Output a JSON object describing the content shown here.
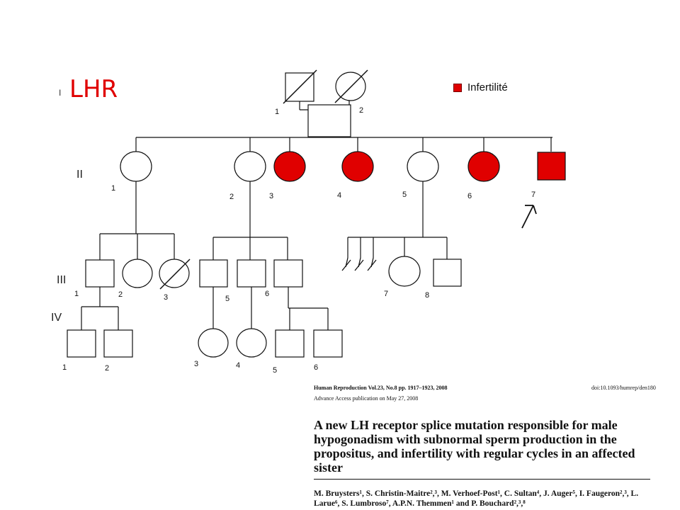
{
  "title": "LHR",
  "generation_marker": "I",
  "legend": {
    "label": "Infertilité",
    "color": "#e00000"
  },
  "generations": [
    "II",
    "III",
    "IV"
  ],
  "pedigree": {
    "gen1": [
      {
        "id": "I-1",
        "number": "1",
        "sex": "male",
        "deceased": true
      },
      {
        "id": "I-2",
        "number": "2",
        "sex": "female",
        "deceased": true
      }
    ],
    "gen2": [
      {
        "id": "II-1",
        "number": "1",
        "sex": "female",
        "affected": false
      },
      {
        "id": "II-2",
        "number": "2",
        "sex": "female",
        "affected": false
      },
      {
        "id": "II-3",
        "number": "3",
        "sex": "female",
        "affected": true
      },
      {
        "id": "II-4",
        "number": "4",
        "sex": "female",
        "affected": true
      },
      {
        "id": "II-5",
        "number": "5",
        "sex": "female",
        "affected": false
      },
      {
        "id": "II-6",
        "number": "6",
        "sex": "female",
        "affected": true
      },
      {
        "id": "II-7",
        "number": "7",
        "sex": "male",
        "affected": true,
        "proband": true
      }
    ],
    "gen3": [
      {
        "id": "III-1",
        "number": "1",
        "sex": "male"
      },
      {
        "id": "III-2",
        "number": "2",
        "sex": "female"
      },
      {
        "id": "III-3",
        "number": "3",
        "sex": "female",
        "deceased": true
      },
      {
        "id": "III-4",
        "number": "",
        "sex": "male"
      },
      {
        "id": "III-5",
        "number": "5",
        "sex": "male"
      },
      {
        "id": "III-6",
        "number": "6",
        "sex": "male"
      },
      {
        "id": "III-7",
        "number": "7",
        "sex": "female"
      },
      {
        "id": "III-8",
        "number": "8",
        "sex": "male"
      }
    ],
    "gen4": [
      {
        "id": "IV-1",
        "number": "1",
        "sex": "male"
      },
      {
        "id": "IV-2",
        "number": "2",
        "sex": "male"
      },
      {
        "id": "IV-3",
        "number": "3",
        "sex": "female"
      },
      {
        "id": "IV-4",
        "number": "4",
        "sex": "female"
      },
      {
        "id": "IV-5",
        "number": "5",
        "sex": "male"
      },
      {
        "id": "IV-6",
        "number": "6",
        "sex": "male"
      }
    ]
  },
  "paper": {
    "journal": "Human Reproduction Vol.23, No.8 pp. 1917–1923, 2008",
    "doi": "doi:10.1093/humrep/den180",
    "advance": "Advance Access publication on May 27, 2008",
    "title": "A new LH receptor splice mutation responsible for male hypogonadism with subnormal sperm production in the propositus, and infertility with regular cycles in an affected sister",
    "authors": "M. Bruysters¹, S. Christin-Maitre²,³, M. Verhoef-Post¹, C. Sultan⁴, J. Auger⁵, I. Faugeron²,³, L. Larue⁶, S. Lumbroso⁷, A.P.N. Themmen¹ and P. Bouchard²,³,⁸"
  }
}
